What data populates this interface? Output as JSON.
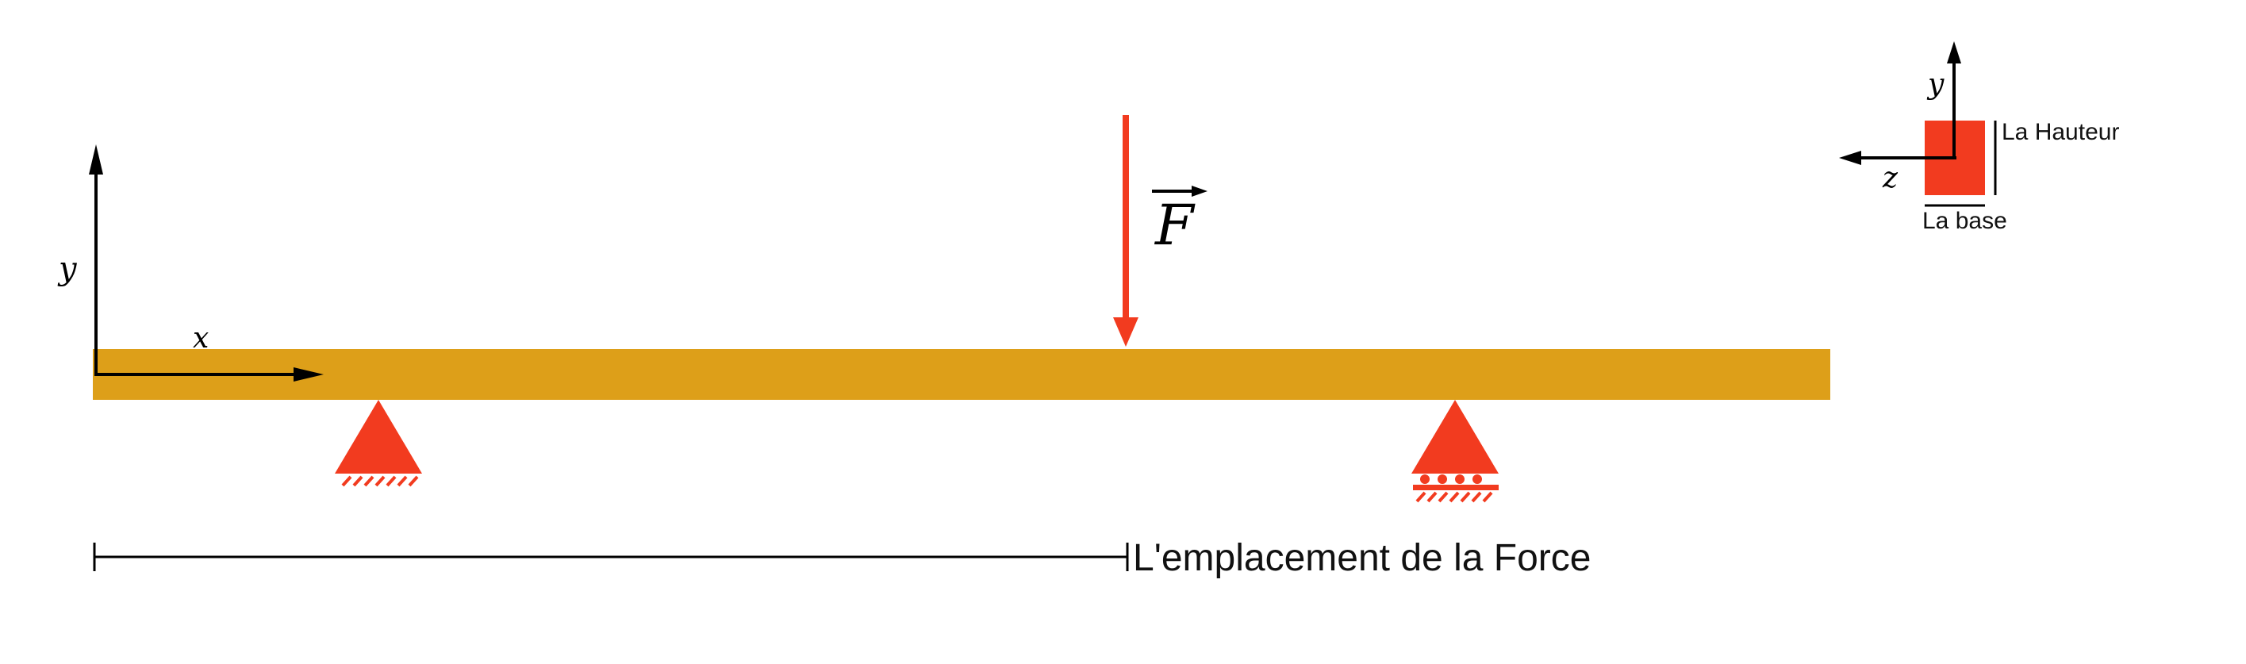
{
  "colors": {
    "beam": "#DD9F19",
    "accent": "#F23B1F",
    "ink": "#000000"
  },
  "axes_main": {
    "y_label": "y",
    "x_label": "x"
  },
  "force": {
    "symbol": "F"
  },
  "section_inset": {
    "y_label": "y",
    "z_label": "z",
    "height_label": "La Hauteur",
    "base_label": "La base"
  },
  "dimension": {
    "label": "L'emplacement de la Force"
  },
  "supports": [
    {
      "type": "pinned"
    },
    {
      "type": "roller"
    }
  ]
}
